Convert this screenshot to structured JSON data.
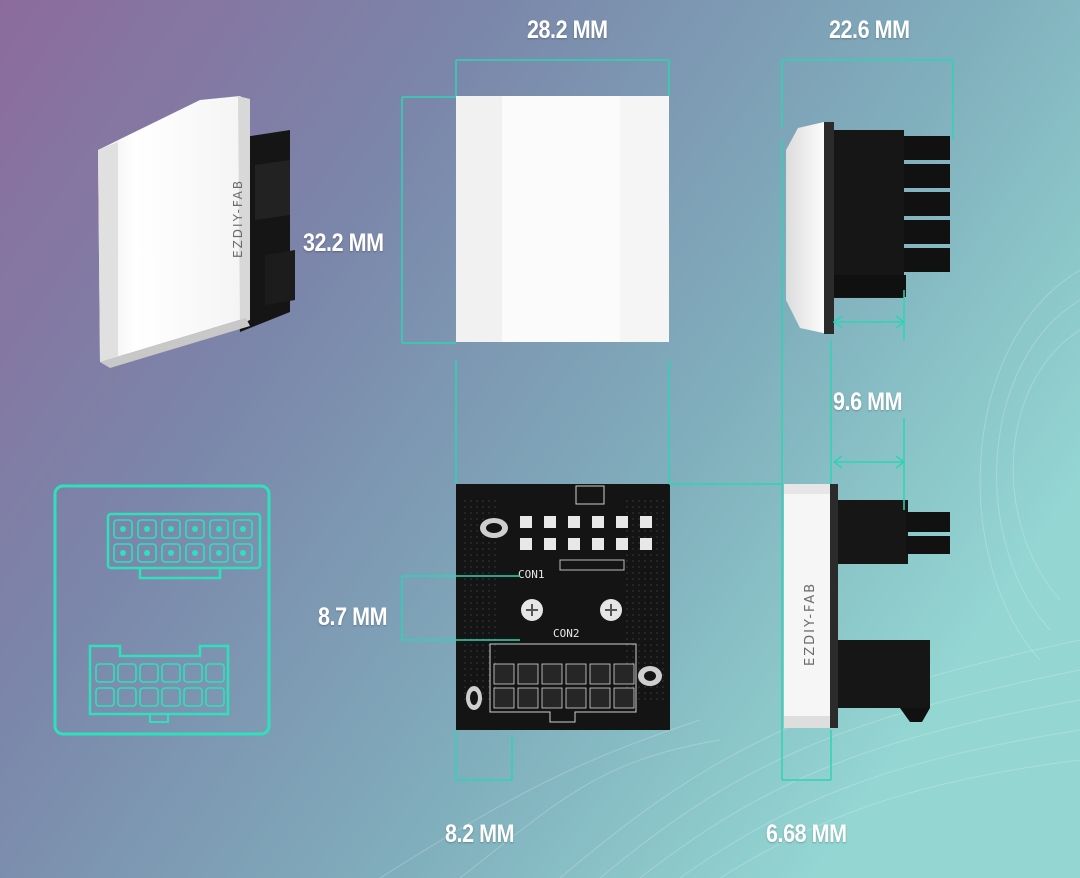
{
  "dimensions": {
    "width_top": "28.2 MM",
    "depth_top": "22.6 MM",
    "height": "32.2 MM",
    "connector_depth": "9.6 MM",
    "connector_offset": "8.7 MM",
    "bottom_left": "8.2 MM",
    "bottom_right": "6.68 MM"
  },
  "branding": {
    "text": "EZDIY-FAB"
  },
  "pcb": {
    "con1": "CON1",
    "con2": "CON2"
  },
  "colors": {
    "background_left": "#8a6e9e",
    "background_right": "#8fd0cf",
    "dimension_line": "#2fd3b3",
    "icon_frame": "#2ee0bc",
    "module_body": "#f2f2f2",
    "pcb": "#141414"
  }
}
